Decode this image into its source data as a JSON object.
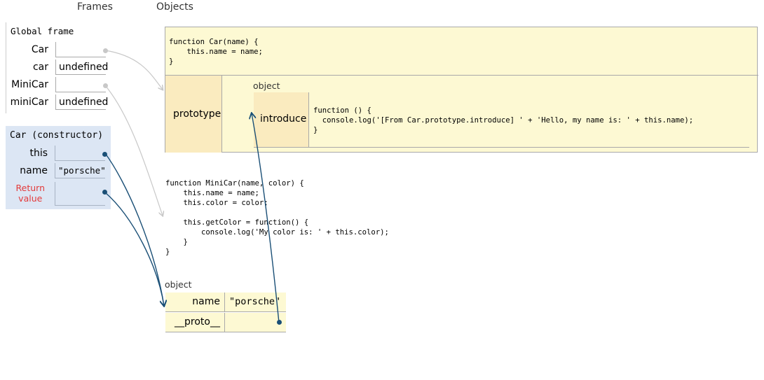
{
  "headers": {
    "frames": "Frames",
    "objects": "Objects"
  },
  "global_frame": {
    "title": "Global frame",
    "vars": [
      {
        "name": "Car",
        "value": ""
      },
      {
        "name": "car",
        "value": "undefined"
      },
      {
        "name": "MiniCar",
        "value": ""
      },
      {
        "name": "miniCar",
        "value": "undefined"
      }
    ]
  },
  "ctor_frame": {
    "title": "Car (constructor)",
    "vars": [
      {
        "name": "this",
        "value": ""
      },
      {
        "name": "name",
        "value": "\"porsche\""
      }
    ],
    "return_label_line1": "Return",
    "return_label_line2": "value"
  },
  "car_function": {
    "code": "function Car(name) {\n    this.name = name;\n}",
    "prototype_label": "prototype",
    "proto_object_label": "object",
    "introduce_label": "introduce",
    "introduce_code": "function () {\n  console.log('[From Car.prototype.introduce] ' + 'Hello, my name is: ' + this.name);\n}"
  },
  "minicar_function": {
    "code": "function MiniCar(name, color) {\n    this.name = name;\n    this.color = color;\n\n    this.getColor = function() {\n        console.log('My color is: ' + this.color);\n    }\n}"
  },
  "instance": {
    "label": "object",
    "rows": [
      {
        "key": "name",
        "value": "\"porsche\""
      },
      {
        "key": "__proto__",
        "value": ""
      }
    ]
  },
  "colors": {
    "frame_bg": "#dce6f4",
    "object_bg": "#fdf9d3",
    "object_header_bg": "#faebbf",
    "pointer": "#1a4f76",
    "pointer_inactive": "#c8c8c8",
    "return_label": "#e33b3b"
  }
}
